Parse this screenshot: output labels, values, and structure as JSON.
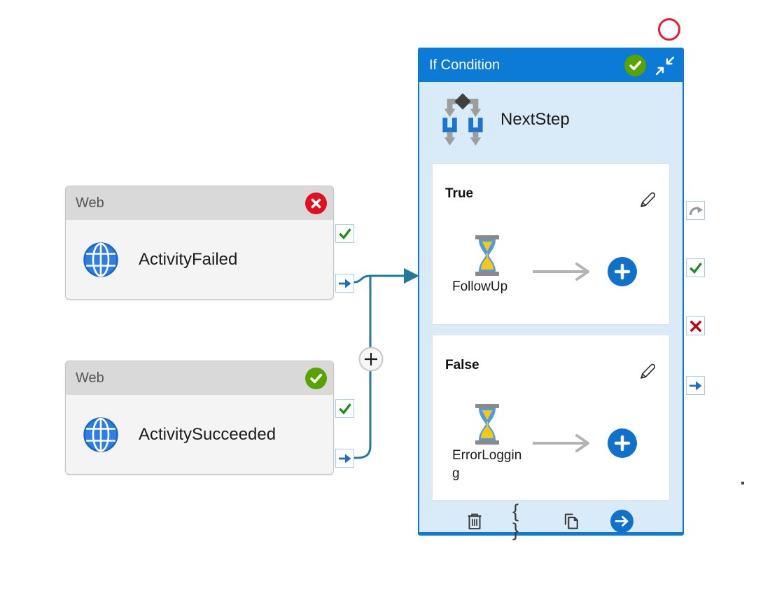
{
  "web_activities": [
    {
      "type_label": "Web",
      "name": "ActivityFailed",
      "status": "failed",
      "badge_icon": "error-badge"
    },
    {
      "type_label": "Web",
      "name": "ActivitySucceeded",
      "status": "succeeded",
      "badge_icon": "success-badge"
    }
  ],
  "if_condition": {
    "title": "If Condition",
    "status_icon": "success-badge",
    "activity_name": "NextStep",
    "branches": [
      {
        "label": "True",
        "case_activity": "FollowUp"
      },
      {
        "label": "False",
        "case_activity": "ErrorLogging"
      }
    ],
    "toolbar": {
      "code_glyph": "{ }",
      "icons": [
        "delete-icon",
        "code-braces-icon",
        "copy-icon",
        "navigate-icon"
      ]
    },
    "output_ports": [
      "skipped",
      "succeeded",
      "failed",
      "completed"
    ]
  },
  "colors": {
    "header_blue": "#0c7bd8",
    "panel_blue_bg": "#d9eaf9",
    "connector_teal": "#1f7a9d",
    "add_button_blue": "#1071ca",
    "success_green": "#57a300",
    "error_red": "#e0101e",
    "port_success_green": "#1e8c1e",
    "port_fail_red": "#c00314",
    "port_completion_blue": "#1f6cc5",
    "skipped_gray": "#9a9a9a",
    "annotation_red": "#ea1b2d"
  }
}
